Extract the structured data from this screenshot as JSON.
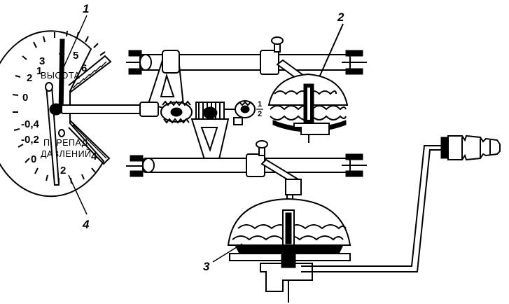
{
  "callouts": {
    "c1": "1",
    "c2": "2",
    "c3": "3",
    "c4": "4"
  },
  "dial": {
    "upper_label": "ВЫСОТА",
    "lower_label_1": "ПЕРЕПАД",
    "lower_label_2": "ДАВЛЕНИЙ",
    "upper_scale": [
      "3",
      "4",
      "5",
      "6",
      "2",
      "1",
      "0"
    ],
    "lower_scale": [
      "-0,4",
      "-0,2",
      "0",
      "2",
      "4"
    ]
  },
  "small_gear_ratio": {
    "top": "1",
    "bottom": "2"
  }
}
